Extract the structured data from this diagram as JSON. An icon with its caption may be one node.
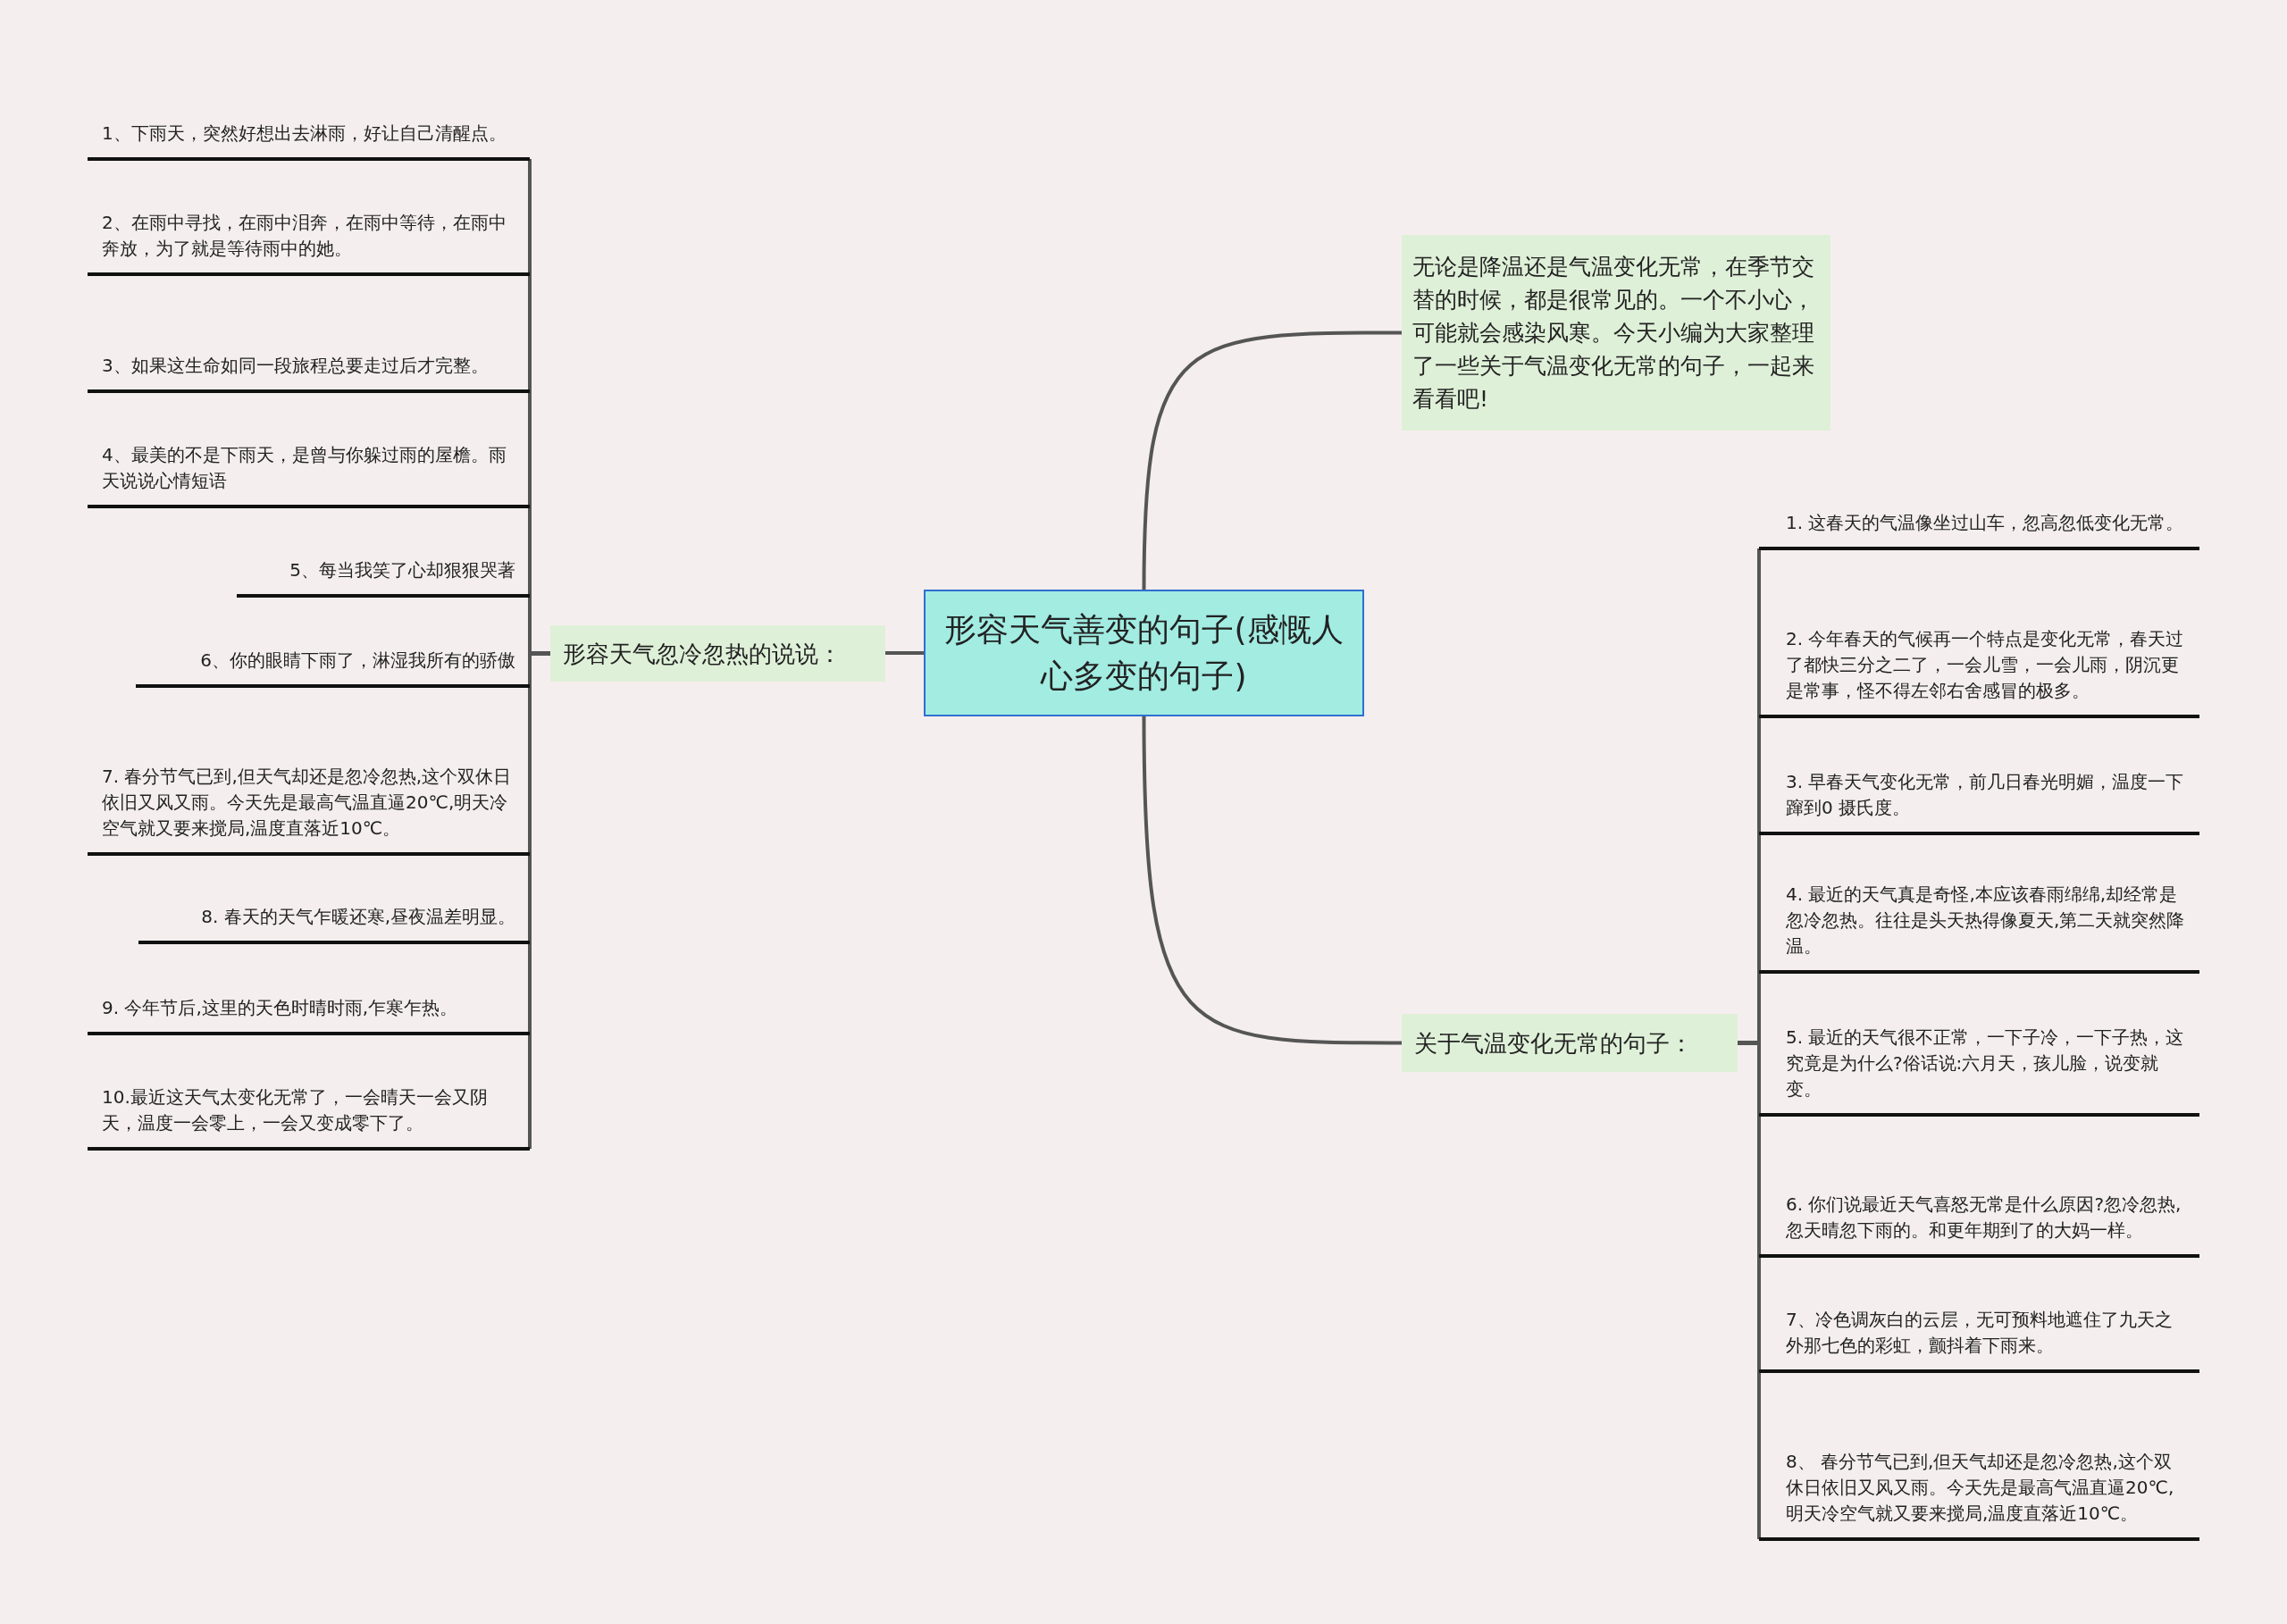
{
  "diagram": {
    "nodes": [
      {
        "text": [
          "形容天气善变的句子(感慨人心多变的句子)"
        ]
      },
      {
        "text": [
          "形容天气忽冷忽热的说说："
        ]
      },
      {
        "text": [
          "1、下雨天，突然好想出去淋雨，好让自己清醒点。"
        ]
      },
      {
        "text": [
          "2、在雨中寻找，在雨中泪奔，在雨中等待，在雨中奔放，为了就是等待雨中的她。"
        ]
      },
      {
        "text": [
          "3、如果这生命如同一段旅程总要走过后才完整。"
        ]
      },
      {
        "text": [
          "4、最美的不是下雨天，是曾与你躲过雨的屋檐。雨天说说心情短语"
        ]
      },
      {
        "text": [
          "5、每当我笑了心却狠狠哭著"
        ]
      },
      {
        "text": [
          "6、你的眼睛下雨了，淋湿我所有的骄傲"
        ]
      },
      {
        "text": [
          "7. 春分节气已到,但天气却还是忽冷忽热,这个双休日依旧又风又雨。今天先是最高气温直逼20℃,明天冷空气就又要来搅局,温度直落近10℃。"
        ]
      },
      {
        "text": [
          "8. 春天的天气乍暖还寒,昼夜温差明显。"
        ]
      },
      {
        "text": [
          "9. 今年节后,这里的天色时晴时雨,乍寒乍热。"
        ]
      },
      {
        "text": [
          "10.最近这天气太变化无常了，一会晴天一会又阴天，温度一会零上，一会又变成零下了。"
        ]
      },
      {
        "text": [
          "无论是降温还是气温变化无常，在季节交替的时候，都是很常见的。一个不小心，可能就会感染风寒。今天小编为大家整理了一些关于气温变化无常的句子，一起来看看吧!"
        ]
      },
      {
        "text": [
          "关于气温变化无常的句子："
        ]
      },
      {
        "text": [
          "1. 这春天的气温像坐过山车，忽高忽低变化无常。"
        ]
      },
      {
        "text": [
          "2. 今年春天的气候再一个特点是变化无常，春天过了都快三分之二了，一会儿雪，一会儿雨，阴沉更是常事，怪不得左邻右舍感冒的极多。"
        ]
      },
      {
        "text": [
          "3. 早春天气变化无常，前几日春光明媚，温度一下蹿到0 摄氏度。"
        ]
      },
      {
        "text": [
          "4. 最近的天气真是奇怪,本应该春雨绵绵,却经常是忽冷忽热。往往是头天热得像夏天,第二天就突然降温。"
        ]
      },
      {
        "text": [
          "5. 最近的天气很不正常，一下子冷，一下子热，这究竟是为什么?俗话说:六月天，孩儿脸，说变就变。"
        ]
      },
      {
        "text": [
          "6. 你们说最近天气喜怒无常是什么原因?忽冷忽热,忽天晴忽下雨的。和更年期到了的大妈一样。"
        ]
      },
      {
        "text": [
          "7、冷色调灰白的云层，无可预料地遮住了九天之外那七色的彩虹，颤抖着下雨来。"
        ]
      },
      {
        "text": [
          "8、 春分节气已到,但天气却还是忽冷忽热,这个双休日依旧又风又雨。今天先是最高气温直逼20℃,明天冷空气就又要来搅局,温度直落近10℃。"
        ]
      }
    ],
    "edges": [
      {
        "from": 0,
        "to": 1,
        "arrow": "none"
      },
      {
        "from": 1,
        "to": 2,
        "arrow": "none"
      },
      {
        "from": 1,
        "to": 3,
        "arrow": "none"
      },
      {
        "from": 1,
        "to": 4,
        "arrow": "none"
      },
      {
        "from": 1,
        "to": 5,
        "arrow": "none"
      },
      {
        "from": 1,
        "to": 6,
        "arrow": "none"
      },
      {
        "from": 1,
        "to": 7,
        "arrow": "none"
      },
      {
        "from": 1,
        "to": 8,
        "arrow": "none"
      },
      {
        "from": 1,
        "to": 9,
        "arrow": "none"
      },
      {
        "from": 1,
        "to": 10,
        "arrow": "none"
      },
      {
        "from": 1,
        "to": 11,
        "arrow": "none"
      },
      {
        "from": 0,
        "to": 12,
        "arrow": "none"
      },
      {
        "from": 0,
        "to": 13,
        "arrow": "none"
      },
      {
        "from": 13,
        "to": 14,
        "arrow": "none"
      },
      {
        "from": 13,
        "to": 15,
        "arrow": "none"
      },
      {
        "from": 13,
        "to": 16,
        "arrow": "none"
      },
      {
        "from": 13,
        "to": 17,
        "arrow": "none"
      },
      {
        "from": 13,
        "to": 18,
        "arrow": "none"
      },
      {
        "from": 13,
        "to": 19,
        "arrow": "none"
      },
      {
        "from": 13,
        "to": 20,
        "arrow": "none"
      },
      {
        "from": 13,
        "to": 21,
        "arrow": "none"
      }
    ]
  }
}
